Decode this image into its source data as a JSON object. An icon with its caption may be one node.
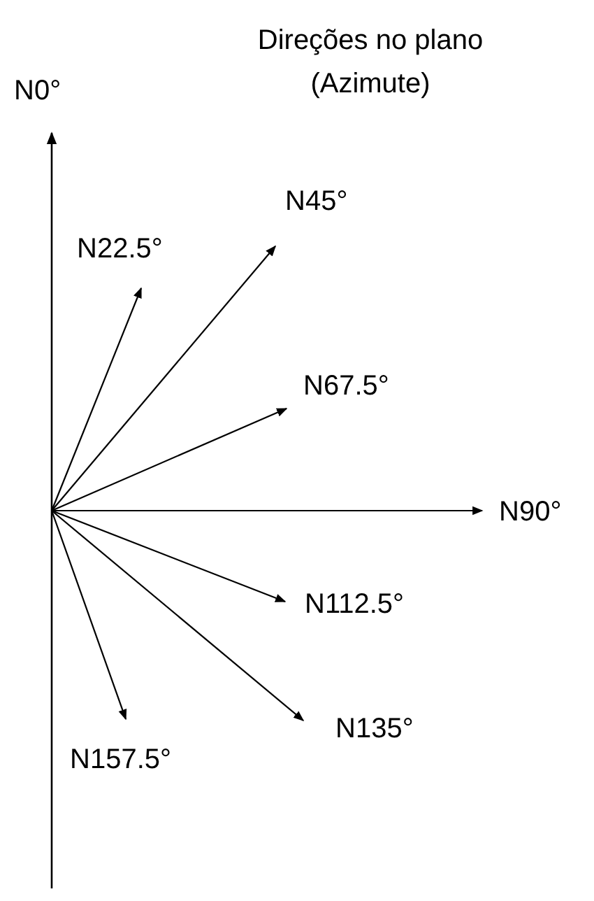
{
  "diagram": {
    "title": "Direções no plano (Azimute)",
    "labels": [
      "N0°",
      "N45°",
      "N22.5°",
      "N67.5°",
      "N90°",
      "N112.5°",
      "N157.5°",
      "N135°"
    ]
  }
}
